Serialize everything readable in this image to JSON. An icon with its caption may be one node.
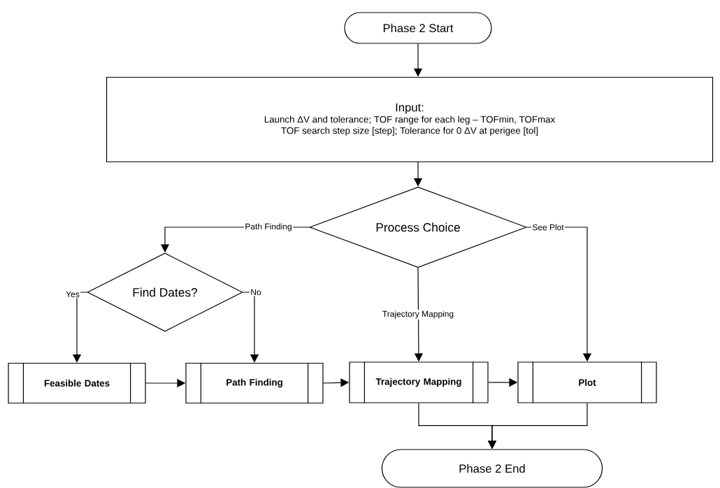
{
  "diagram": {
    "nodes": [
      {
        "text": [
          "Phase 2 Start"
        ]
      },
      {
        "text": [
          "Input:",
          "Launch ΔV and tolerance;  TOF range for each leg – TOFmin, TOFmax",
          "TOF search step size [step]; Tolerance for 0 ΔV at perigee [tol]"
        ]
      },
      {
        "text": [
          "Process Choice"
        ]
      },
      {
        "text": [
          "Find Dates?"
        ]
      },
      {
        "text": [
          "Feasible Dates"
        ]
      },
      {
        "text": [
          "Path Finding"
        ]
      },
      {
        "text": [
          "Trajectory Mapping"
        ]
      },
      {
        "text": [
          "Plot"
        ]
      },
      {
        "text": [
          "Phase 2 End"
        ]
      }
    ],
    "edges": [
      {
        "from": 0,
        "to": 1,
        "arrow": "to"
      },
      {
        "from": 1,
        "to": 2,
        "arrow": "to"
      },
      {
        "from": 2,
        "to": 3,
        "arrow": "to",
        "label": "Path Finding"
      },
      {
        "from": 2,
        "to": 7,
        "arrow": "to",
        "label": "See Plot"
      },
      {
        "from": 2,
        "to": 6,
        "arrow": "to",
        "label": "Trajectory Mapping"
      },
      {
        "from": 3,
        "to": 4,
        "arrow": "to",
        "label": "Yes"
      },
      {
        "from": 3,
        "to": 5,
        "arrow": "to",
        "label": "No"
      },
      {
        "from": 4,
        "to": 5,
        "arrow": "to"
      },
      {
        "from": 5,
        "to": 6,
        "arrow": "to"
      },
      {
        "from": 6,
        "to": 7,
        "arrow": "to"
      },
      {
        "from": 6,
        "to": 8,
        "arrow": "to"
      },
      {
        "from": 7,
        "to": 8,
        "arrow": "to"
      }
    ]
  }
}
